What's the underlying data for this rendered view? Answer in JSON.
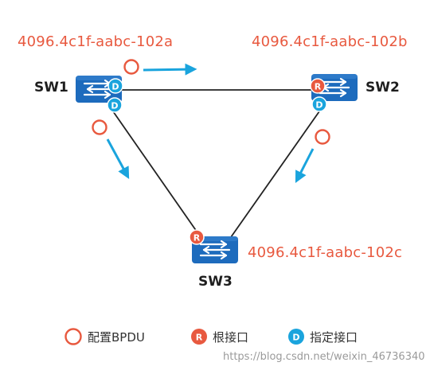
{
  "colors": {
    "bpdu": "#e8593f",
    "root_port": "#e8593f",
    "designated_port": "#1aa4dd",
    "switch_body": "#1d6bbd",
    "arrow": "#1aa4dd",
    "link": "#222222"
  },
  "icons": {
    "switch": "switch-icon",
    "bpdu": "ring-icon",
    "root_port": "root-port-icon",
    "designated_port": "designated-port-icon"
  },
  "switches": [
    {
      "name": "SW1",
      "bridge_id": "4096.4c1f-aabc-102a"
    },
    {
      "name": "SW2",
      "bridge_id": "4096.4c1f-aabc-102b"
    },
    {
      "name": "SW3",
      "bridge_id": "4096.4c1f-aabc-102c"
    }
  ],
  "port_badges": {
    "root": "R",
    "designated": "D"
  },
  "legend": {
    "bpdu": "配置BPDU",
    "root_port": "根接口",
    "designated_port": "指定接口"
  },
  "watermark": "https://blog.csdn.net/weixin_46736340"
}
